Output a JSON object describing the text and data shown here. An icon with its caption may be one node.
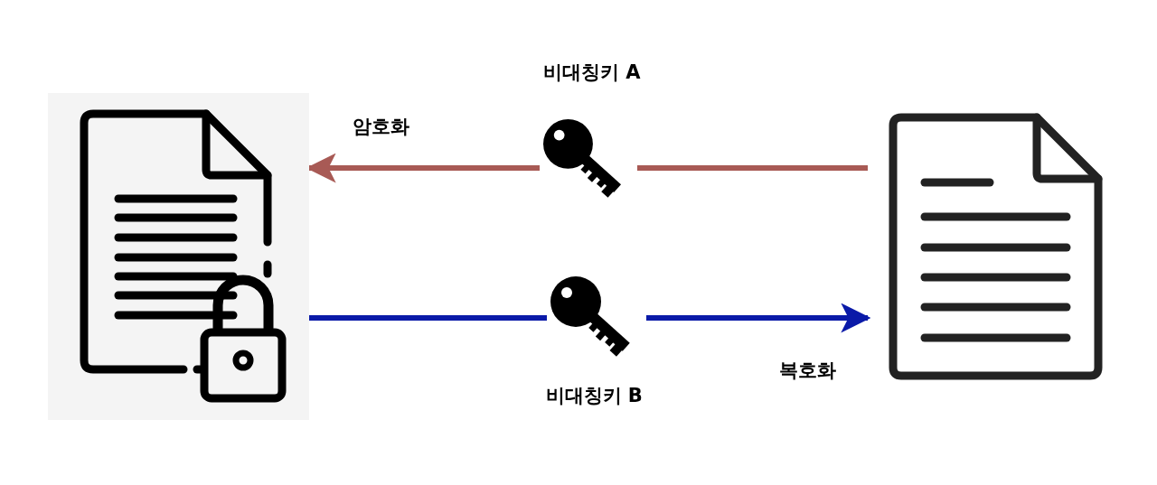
{
  "diagram": {
    "nodes": [
      {
        "text": [],
        "shape": "document"
      },
      {
        "text": [],
        "shape": "key",
        "beside": [
          "비대칭키 A"
        ]
      },
      {
        "text": [],
        "shape": "document"
      },
      {
        "text": [],
        "shape": "key",
        "beside": [
          "비대칭키 B"
        ]
      }
    ],
    "edges": [
      {
        "from": 2,
        "to": 1,
        "arrow": "none",
        "color": "#a85a55"
      },
      {
        "from": 1,
        "to": 0,
        "arrow": "to",
        "label": "암호화",
        "color": "#a85a55"
      },
      {
        "from": 0,
        "to": 3,
        "arrow": "none",
        "color": "#0a1aa8"
      },
      {
        "from": 3,
        "to": 2,
        "arrow": "to",
        "label": "복호화",
        "color": "#0a1aa8"
      }
    ]
  }
}
